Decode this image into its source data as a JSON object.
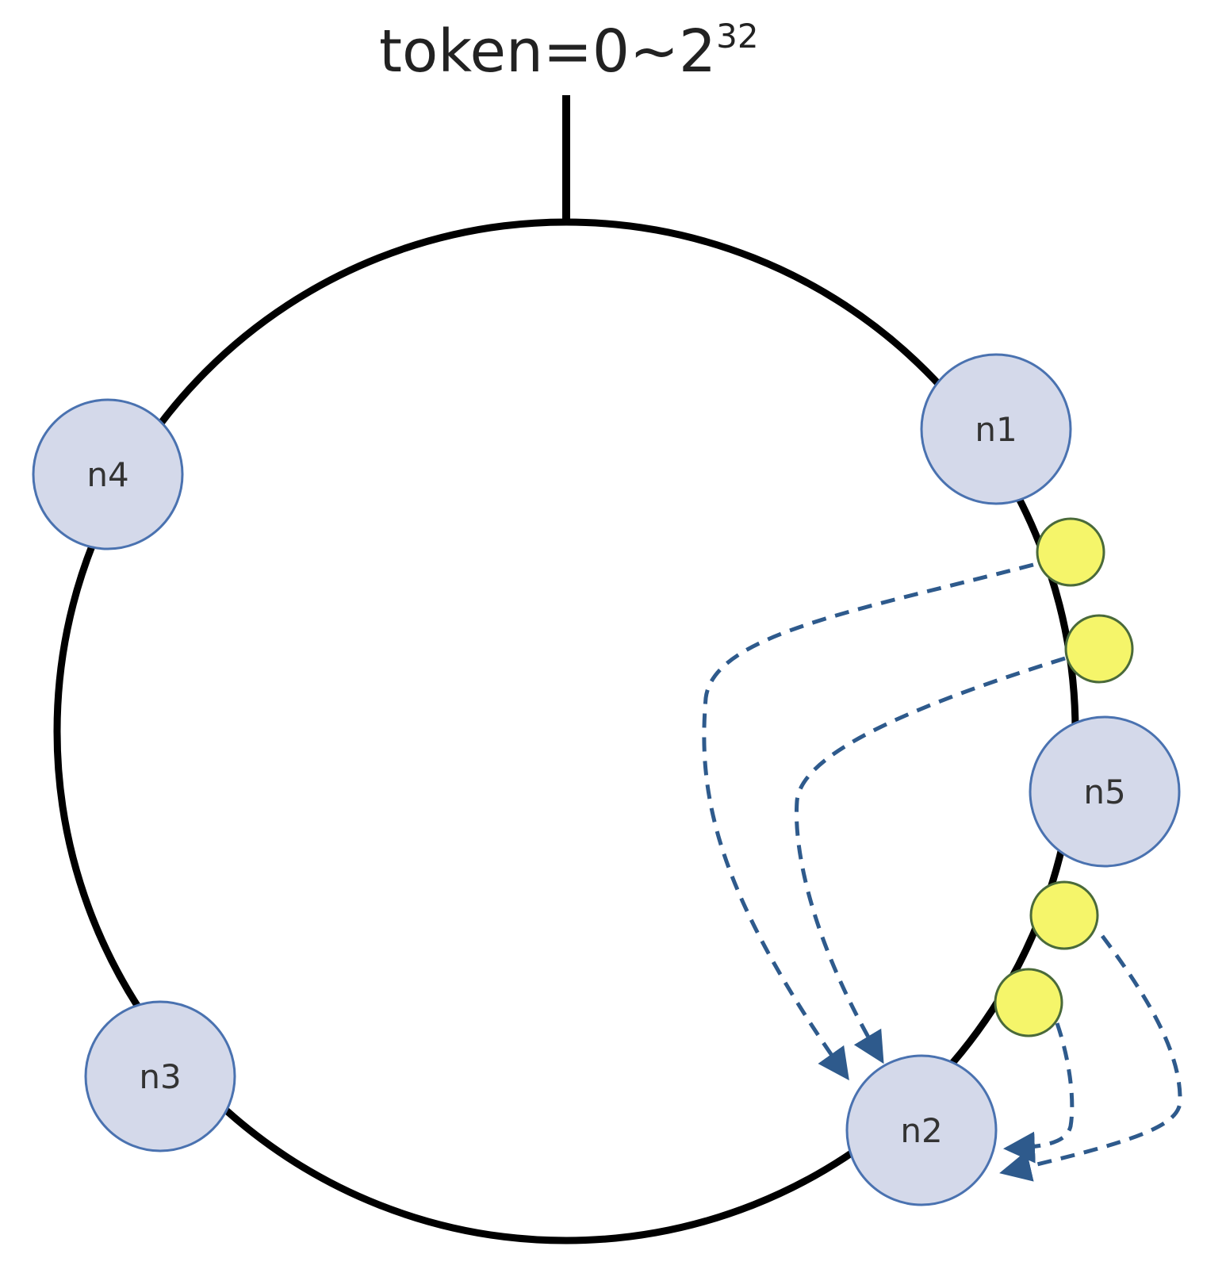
{
  "title": {
    "base": "token=0~2",
    "exponent": "32"
  },
  "colors": {
    "ring": "#000000",
    "node_fill": "#d4d9ea",
    "node_stroke": "#4a72b0",
    "token_fill": "#f5f56a",
    "token_stroke": "#4a6a3a",
    "arrow": "#2e5a8c"
  },
  "nodes": [
    {
      "id": "n1",
      "label": "n1"
    },
    {
      "id": "n2",
      "label": "n2"
    },
    {
      "id": "n3",
      "label": "n3"
    },
    {
      "id": "n4",
      "label": "n4"
    },
    {
      "id": "n5",
      "label": "n5"
    }
  ],
  "tokens": [
    {
      "id": "token-1"
    },
    {
      "id": "token-2"
    },
    {
      "id": "token-3"
    },
    {
      "id": "token-4"
    }
  ],
  "arrows": [
    {
      "from": "token-1",
      "to": "n2"
    },
    {
      "from": "token-2",
      "to": "n2"
    },
    {
      "from": "token-3",
      "to": "n2"
    },
    {
      "from": "token-4",
      "to": "n2"
    }
  ]
}
